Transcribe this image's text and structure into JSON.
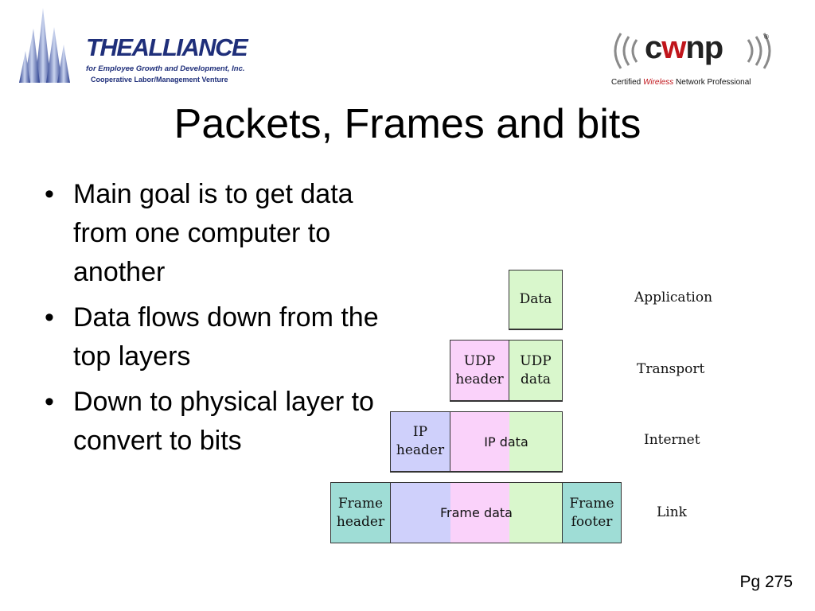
{
  "header": {
    "alliance_logo": {
      "wordmark": "THEALLIANCE",
      "line1": "for Employee Growth and Development, Inc.",
      "line2": "Cooperative Labor/Management Venture"
    },
    "cwnp_logo": {
      "wordmark_prefix": "c",
      "wordmark_accent": "w",
      "wordmark_suffix": "np",
      "tagline_start": "Certified ",
      "tagline_accent": "Wireless",
      "tagline_end": " Network Professional",
      "reg_mark": "®",
      "accent_color": "#c0151b"
    }
  },
  "slide": {
    "title": "Packets, Frames and bits",
    "bullets": [
      "Main goal is to get data from one computer to another",
      "Data flows down from the top layers",
      "Down to physical layer to convert to bits"
    ],
    "bullet_glyph": "•",
    "page_number": "Pg 275"
  },
  "diagram": {
    "colors": {
      "data": "#d9f7cc",
      "transport_header": "#fad2fa",
      "ip_header": "#cfd0fb",
      "frame": "#9fddd6"
    },
    "application": {
      "data": "Data",
      "layer": "Application"
    },
    "transport": {
      "header": "UDP\nheader",
      "data": "UDP\ndata",
      "layer": "Transport"
    },
    "internet": {
      "header": "IP\nheader",
      "data": "IP data",
      "layer": "Internet"
    },
    "link": {
      "header": "Frame\nheader",
      "data": "Frame data",
      "footer": "Frame\nfooter",
      "layer": "Link"
    }
  }
}
